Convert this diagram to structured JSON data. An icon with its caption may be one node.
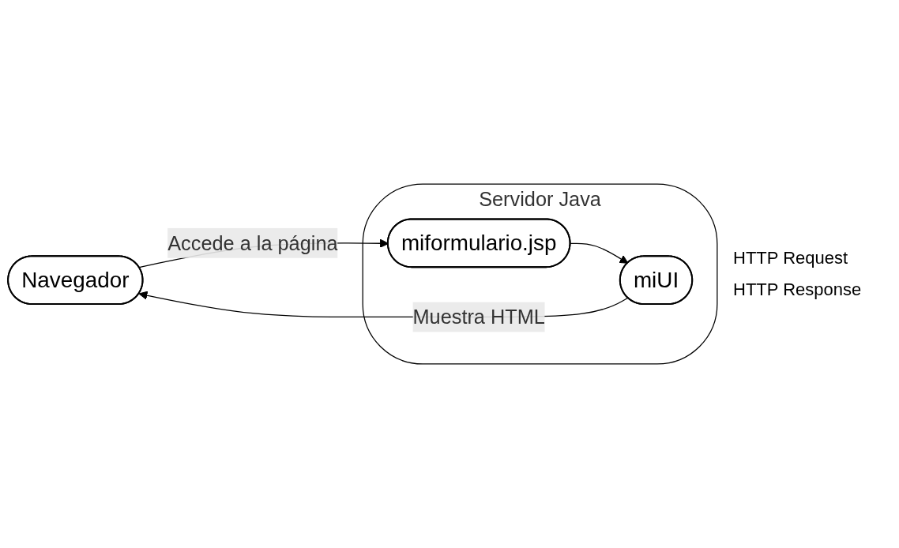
{
  "diagram": {
    "nodes": [
      {
        "text": [
          "Navegador"
        ]
      },
      {
        "text": [
          "Servidor Java"
        ]
      },
      {
        "text": [
          "miformulario.jsp"
        ],
        "in": 1
      },
      {
        "text": [
          "miUI"
        ],
        "in": 1
      }
    ],
    "edges": [
      {
        "from": 0,
        "to": 2,
        "arrow": "to",
        "label": "Accede a la página"
      },
      {
        "from": 2,
        "to": 3,
        "arrow": "to"
      },
      {
        "from": 3,
        "to": 0,
        "arrow": "to",
        "label": "Muestra HTML"
      }
    ],
    "labels": [
      "HTTP Request",
      "HTTP Response"
    ]
  }
}
